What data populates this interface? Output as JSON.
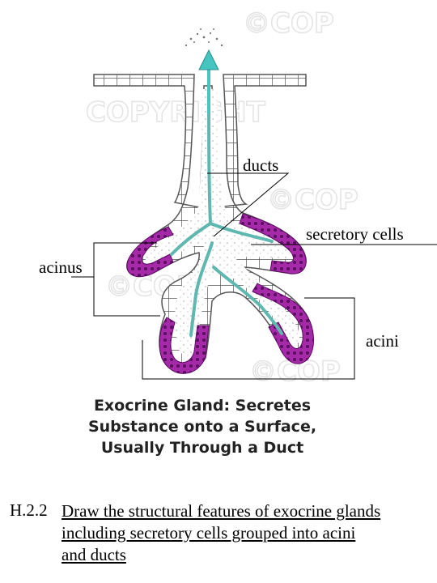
{
  "labels": {
    "ducts": "ducts",
    "secretory_cells": "secretory cells",
    "acinus": "acinus",
    "acini": "acini"
  },
  "caption": {
    "line1": "Exocrine Gland: Secretes",
    "line2": "Substance onto a Surface,",
    "line3": "Usually Through a Duct"
  },
  "watermark": {
    "text1": "COPYRIGHT",
    "text2": "©COP"
  },
  "task": {
    "section": "H.2.2",
    "line1": "Draw the structural features of exocrine glands",
    "line2": "including secretory cells grouped into acini",
    "line3": "and ducts"
  },
  "colors": {
    "secretory": "#9b1fa0",
    "secretory_dark": "#5c0c62",
    "duct_cell": "#ffffff",
    "lumen": "#5fb8b0",
    "arrow": "#45c4c0"
  }
}
